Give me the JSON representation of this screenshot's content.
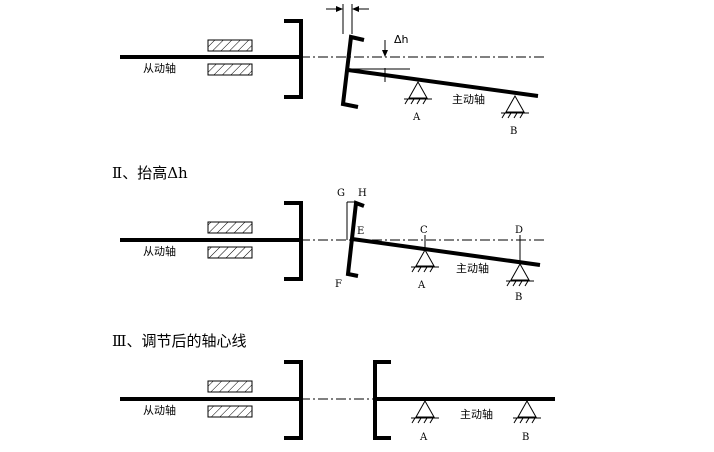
{
  "panel1": {
    "driven_label": "从动轴",
    "driving_label": "主动轴",
    "offset_label": "Δh",
    "support_a": "A",
    "support_b": "B"
  },
  "panel2": {
    "heading": "Ⅱ、抬高Δh",
    "driven_label": "从动轴",
    "driving_label": "主动轴",
    "support_a": "A",
    "support_b": "B",
    "point_g": "G",
    "point_h": "H",
    "point_e": "E",
    "point_f": "F",
    "point_c": "C",
    "point_d": "D"
  },
  "panel3": {
    "heading": "Ⅲ、调节后的轴心线",
    "driven_label": "从动轴",
    "driving_label": "主动轴",
    "support_a": "A",
    "support_b": "B"
  }
}
